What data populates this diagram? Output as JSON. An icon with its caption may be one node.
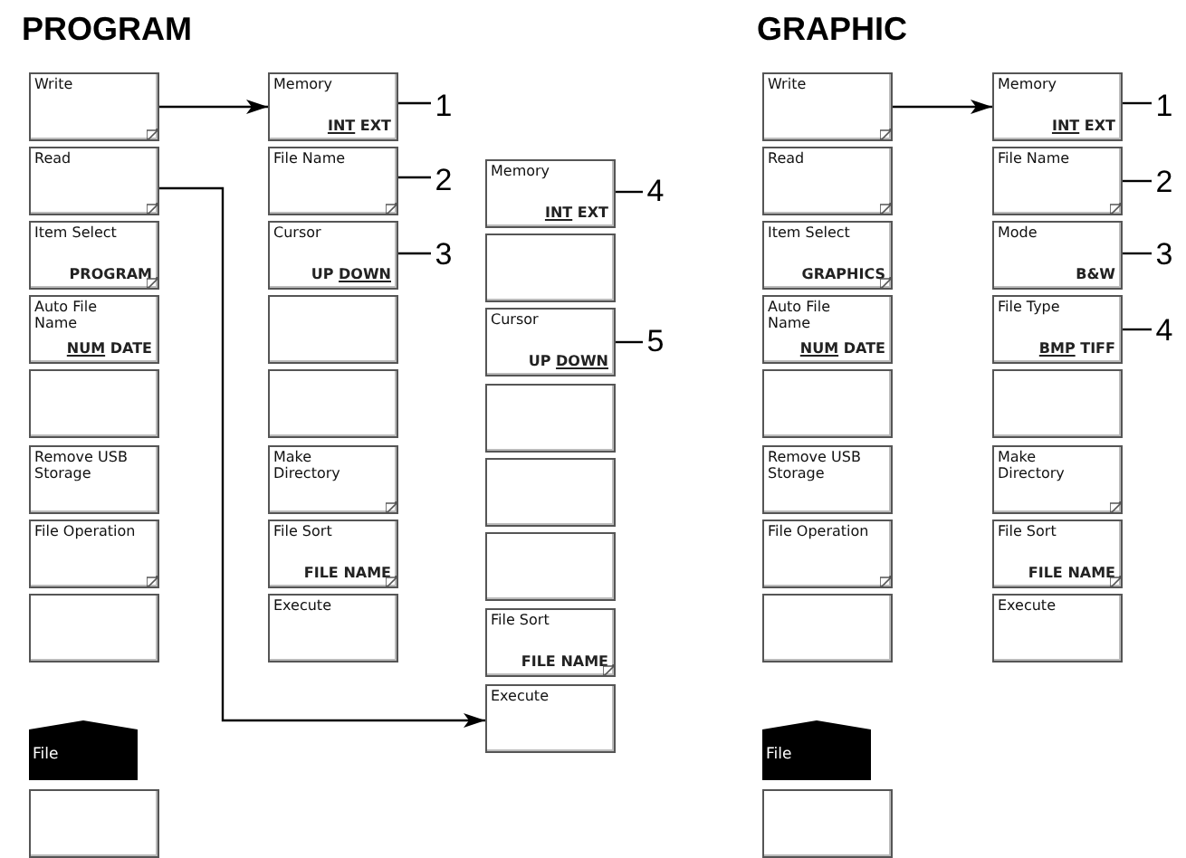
{
  "diagram": {
    "nodes": [
      {
        "text": [
          "Write"
        ]
      },
      {
        "text": [
          "Read"
        ]
      },
      {
        "text": [
          "Item Select",
          "PROGRAM"
        ]
      },
      {
        "text": [
          "Auto File Name",
          "NUM DATE"
        ]
      },
      {
        "text": [],
        "shape": "box"
      },
      {
        "text": [
          "Remove USB Storage"
        ]
      },
      {
        "text": [
          "File Operation"
        ]
      },
      {
        "text": [],
        "shape": "box"
      },
      {
        "text": [
          "File"
        ]
      },
      {
        "text": [],
        "shape": "box"
      },
      {
        "text": [
          "Memory",
          "INT EXT"
        ]
      },
      {
        "text": [
          "File Name"
        ]
      },
      {
        "text": [
          "Cursor",
          "UP DOWN"
        ]
      },
      {
        "text": [],
        "shape": "box"
      },
      {
        "text": [],
        "shape": "box"
      },
      {
        "text": [
          "Make Directory"
        ]
      },
      {
        "text": [
          "File Sort",
          "FILE NAME"
        ]
      },
      {
        "text": [
          "Execute"
        ]
      },
      {
        "text": [
          "Memory",
          "INT EXT"
        ]
      },
      {
        "text": [],
        "shape": "box"
      },
      {
        "text": [
          "Cursor",
          "UP DOWN"
        ]
      },
      {
        "text": [],
        "shape": "box"
      },
      {
        "text": [],
        "shape": "box"
      },
      {
        "text": [],
        "shape": "box"
      },
      {
        "text": [
          "File Sort",
          "FILE NAME"
        ]
      },
      {
        "text": [
          "Execute"
        ]
      },
      {
        "text": [
          "1"
        ]
      },
      {
        "text": [
          "2"
        ]
      },
      {
        "text": [
          "3"
        ]
      },
      {
        "text": [
          "4"
        ]
      },
      {
        "text": [
          "5"
        ]
      },
      {
        "text": [
          "Write"
        ]
      },
      {
        "text": [
          "Read"
        ]
      },
      {
        "text": [
          "Item Select",
          "GRAPHICS"
        ]
      },
      {
        "text": [
          "Auto File Name",
          "NUM DATE"
        ]
      },
      {
        "text": [],
        "shape": "box"
      },
      {
        "text": [
          "Remove USB Storage"
        ]
      },
      {
        "text": [
          "File Operation"
        ]
      },
      {
        "text": [],
        "shape": "box"
      },
      {
        "text": [
          "File"
        ]
      },
      {
        "text": [],
        "shape": "box"
      },
      {
        "text": [
          "Memory",
          "INT EXT"
        ]
      },
      {
        "text": [
          "File Name"
        ]
      },
      {
        "text": [
          "Mode",
          "B&W"
        ]
      },
      {
        "text": [
          "File Type",
          "BMP TIFF"
        ]
      },
      {
        "text": [],
        "shape": "box"
      },
      {
        "text": [
          "Make Directory"
        ]
      },
      {
        "text": [
          "File Sort",
          "FILE NAME"
        ]
      },
      {
        "text": [
          "Execute"
        ]
      },
      {
        "text": [
          "1"
        ]
      },
      {
        "text": [
          "2"
        ]
      },
      {
        "text": [
          "3"
        ]
      },
      {
        "text": [
          "4"
        ]
      }
    ],
    "edges": [
      {
        "from": 0,
        "to": 10,
        "arrow": "to"
      },
      {
        "from": 1,
        "to": 25,
        "arrow": "to"
      },
      {
        "from": 31,
        "to": 41,
        "arrow": "to"
      },
      {
        "from": 26,
        "to": 10,
        "arrow": "none"
      },
      {
        "from": 27,
        "to": 11,
        "arrow": "none"
      },
      {
        "from": 28,
        "to": 12,
        "arrow": "none"
      },
      {
        "from": 29,
        "to": 18,
        "arrow": "none"
      },
      {
        "from": 30,
        "to": 20,
        "arrow": "none"
      },
      {
        "from": 49,
        "to": 41,
        "arrow": "none"
      },
      {
        "from": 50,
        "to": 42,
        "arrow": "none"
      },
      {
        "from": 51,
        "to": 43,
        "arrow": "none"
      },
      {
        "from": 52,
        "to": 44,
        "arrow": "none"
      }
    ],
    "labels": [
      "PROGRAM",
      "GRAPHIC"
    ]
  }
}
